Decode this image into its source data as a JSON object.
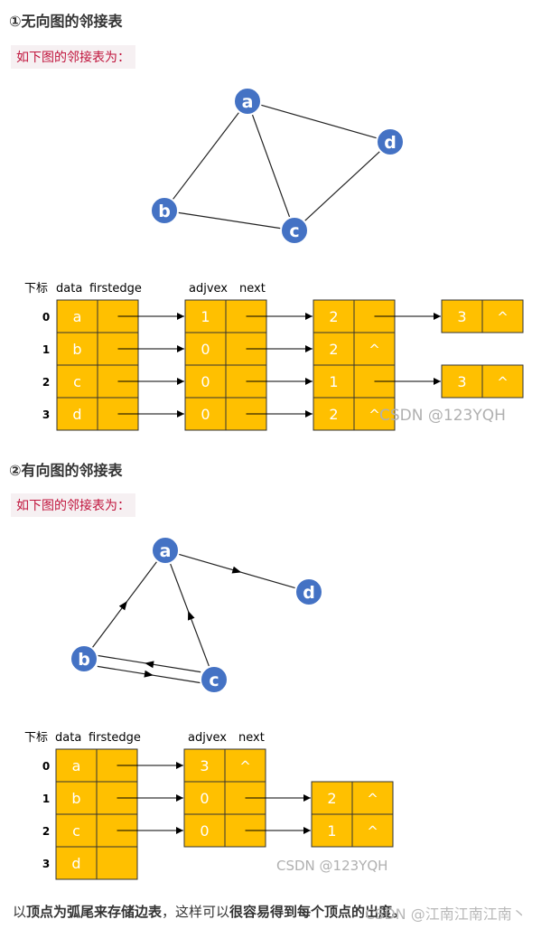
{
  "section1": {
    "heading": "①无向图的邻接表",
    "note": "如下图的邻接表为：",
    "labels": {
      "index": "下标",
      "data": "data",
      "firstedge": "firstedge",
      "adjvex": "adjvex",
      "next": "next"
    },
    "graph": {
      "nodes": [
        {
          "id": "a",
          "label": "a"
        },
        {
          "id": "b",
          "label": "b"
        },
        {
          "id": "c",
          "label": "c"
        },
        {
          "id": "d",
          "label": "d"
        }
      ],
      "edges": [
        [
          "a",
          "b"
        ],
        [
          "a",
          "c"
        ],
        [
          "a",
          "d"
        ],
        [
          "b",
          "c"
        ],
        [
          "c",
          "d"
        ]
      ]
    },
    "vertices": [
      {
        "index": "0",
        "data": "a",
        "edges": [
          {
            "adjvex": "1",
            "next": ""
          },
          {
            "adjvex": "2",
            "next": ""
          },
          {
            "adjvex": "3",
            "next": "^"
          }
        ]
      },
      {
        "index": "1",
        "data": "b",
        "edges": [
          {
            "adjvex": "0",
            "next": ""
          },
          {
            "adjvex": "2",
            "next": "^"
          }
        ]
      },
      {
        "index": "2",
        "data": "c",
        "edges": [
          {
            "adjvex": "0",
            "next": ""
          },
          {
            "adjvex": "1",
            "next": ""
          },
          {
            "adjvex": "3",
            "next": "^"
          }
        ]
      },
      {
        "index": "3",
        "data": "d",
        "edges": [
          {
            "adjvex": "0",
            "next": ""
          },
          {
            "adjvex": "2",
            "next": "^"
          }
        ]
      }
    ],
    "watermark": "CSDN @123YQH"
  },
  "section2": {
    "heading": "②有向图的邻接表",
    "note": "如下图的邻接表为：",
    "labels": {
      "index": "下标",
      "data": "data",
      "firstedge": "firstedge",
      "adjvex": "adjvex",
      "next": "next"
    },
    "graph": {
      "nodes": [
        {
          "id": "a",
          "label": "a"
        },
        {
          "id": "b",
          "label": "b"
        },
        {
          "id": "c",
          "label": "c"
        },
        {
          "id": "d",
          "label": "d"
        }
      ],
      "edges": [
        [
          "a",
          "d"
        ],
        [
          "b",
          "a"
        ],
        [
          "c",
          "a"
        ],
        [
          "c",
          "b"
        ],
        [
          "b",
          "c"
        ]
      ]
    },
    "vertices": [
      {
        "index": "0",
        "data": "a",
        "edges": [
          {
            "adjvex": "3",
            "next": "^"
          }
        ]
      },
      {
        "index": "1",
        "data": "b",
        "edges": [
          {
            "adjvex": "0",
            "next": ""
          },
          {
            "adjvex": "2",
            "next": "^"
          }
        ]
      },
      {
        "index": "2",
        "data": "c",
        "edges": [
          {
            "adjvex": "0",
            "next": ""
          },
          {
            "adjvex": "1",
            "next": "^"
          }
        ]
      },
      {
        "index": "3",
        "data": "d",
        "edges": []
      }
    ],
    "watermark": "CSDN @123YQH"
  },
  "footer": {
    "part1": "以",
    "part2": "顶点为弧尾来存储边表",
    "part3": "，这样可以",
    "part4": "很容易得到每个顶点的出度。",
    "watermark": "CSDN @江南江南江南丶"
  },
  "colors": {
    "node_fill": "#4472c4",
    "cell_fill": "#ffc000",
    "cell_stroke": "#333333",
    "note_text": "#c0143c"
  }
}
